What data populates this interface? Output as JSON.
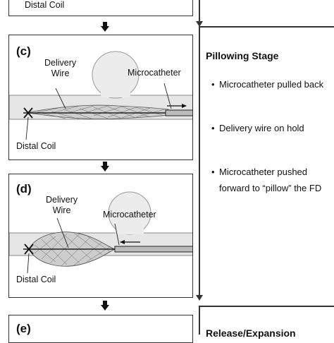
{
  "top_panel": {
    "label": "Distal Coil"
  },
  "panel_c": {
    "label": "(c)",
    "delivery_wire": "Delivery\nWire",
    "microcatheter": "Microcatheter",
    "distal_coil": "Distal Coil"
  },
  "panel_d": {
    "label": "(d)",
    "delivery_wire": "Delivery\nWire",
    "microcatheter": "Microcatheter",
    "distal_coil": "Distal Coil"
  },
  "panel_e": {
    "label": "(e)"
  },
  "pillowing": {
    "title": "Pillowing Stage",
    "bullets": [
      "Microcatheter pulled back",
      "Delivery wire on hold",
      "Microcatheter pushed forward to “pillow” the  FD"
    ]
  },
  "release": {
    "title": "Release/Expansion"
  },
  "colors": {
    "vessel": "#e6e6e6",
    "mesh": "#555555",
    "line": "#222222"
  }
}
